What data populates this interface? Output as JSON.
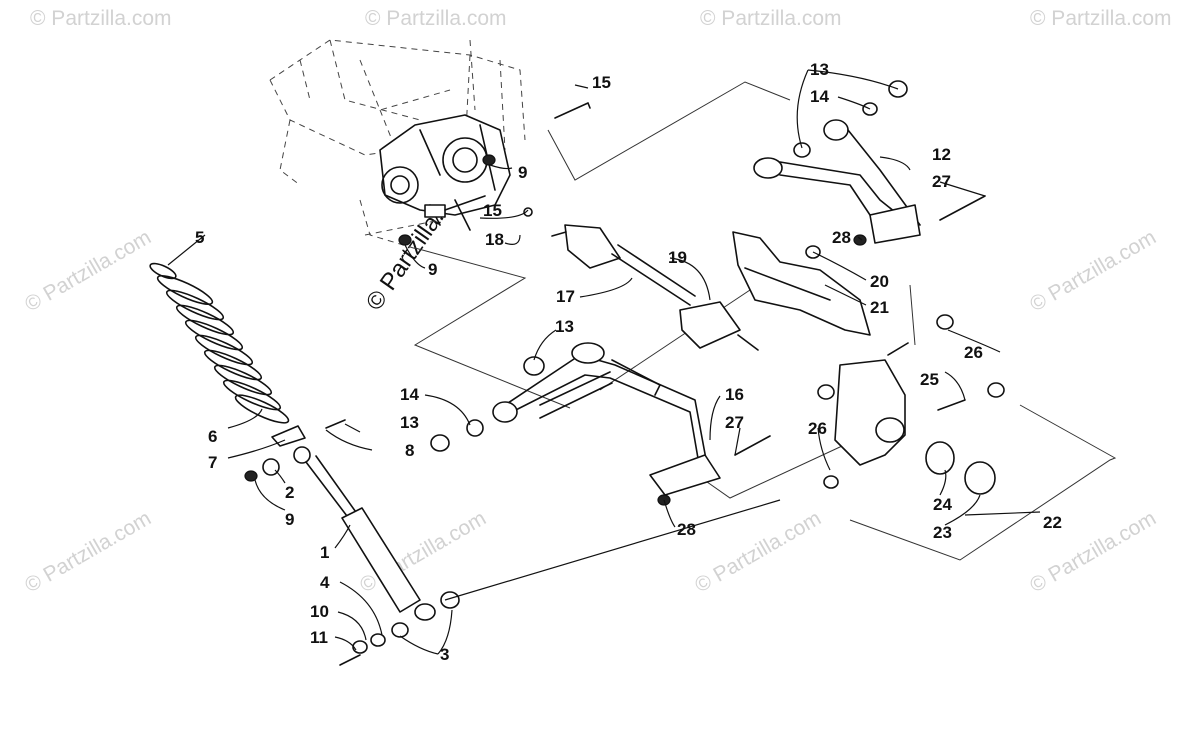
{
  "watermark_text": "© Partzilla.com",
  "center_watermark_text": "© Partzilla.com",
  "callouts": {
    "c1": "1",
    "c2": "2",
    "c3": "3",
    "c4": "4",
    "c5": "5",
    "c6": "6",
    "c7": "7",
    "c8": "8",
    "c9a": "9",
    "c9b": "9",
    "c9c": "9",
    "c10": "10",
    "c11": "11",
    "c12": "12",
    "c13a": "13",
    "c13b": "13",
    "c13c": "13",
    "c14a": "14",
    "c14b": "14",
    "c15a": "15",
    "c15b": "15",
    "c16": "16",
    "c17": "17",
    "c18": "18",
    "c19": "19",
    "c20": "20",
    "c21": "21",
    "c22": "22",
    "c23": "23",
    "c24": "24",
    "c25": "25",
    "c26a": "26",
    "c26b": "26",
    "c27a": "27",
    "c27b": "27",
    "c28a": "28",
    "c28b": "28"
  }
}
